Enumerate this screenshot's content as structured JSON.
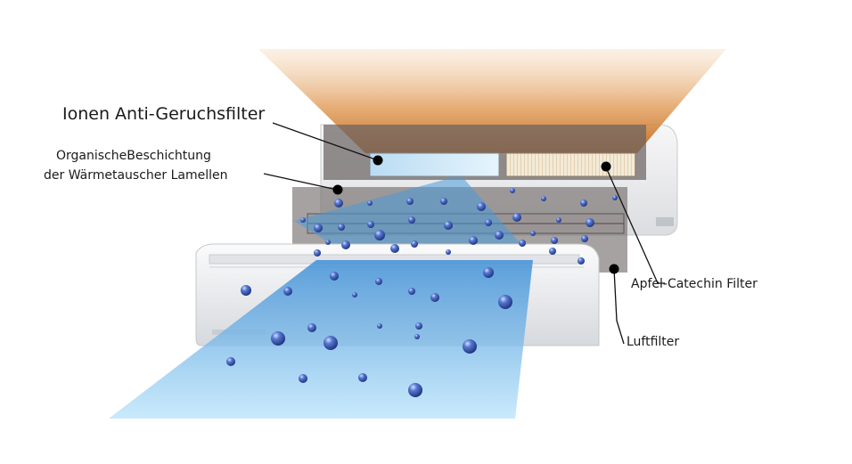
{
  "labels": {
    "ionen": "Ionen Anti-Geruchsfilter",
    "organische_1": "OrganischeBeschichtung",
    "organische_2": "der Wärmetauscher Lamellen",
    "apfel": "Apfel-Catechin Filter",
    "luftfilter": "Luftfilter"
  },
  "colors": {
    "warm_air": "#d98b3c",
    "cool_air": "#59aee6",
    "ion_particle": "#2a4fa8",
    "unit_body": "#e7e9ec",
    "filter_layer": "#6b6462",
    "leader_line": "#111111"
  },
  "icons": {
    "marker": "black-dot-icon",
    "particle": "ion-sphere-icon"
  }
}
